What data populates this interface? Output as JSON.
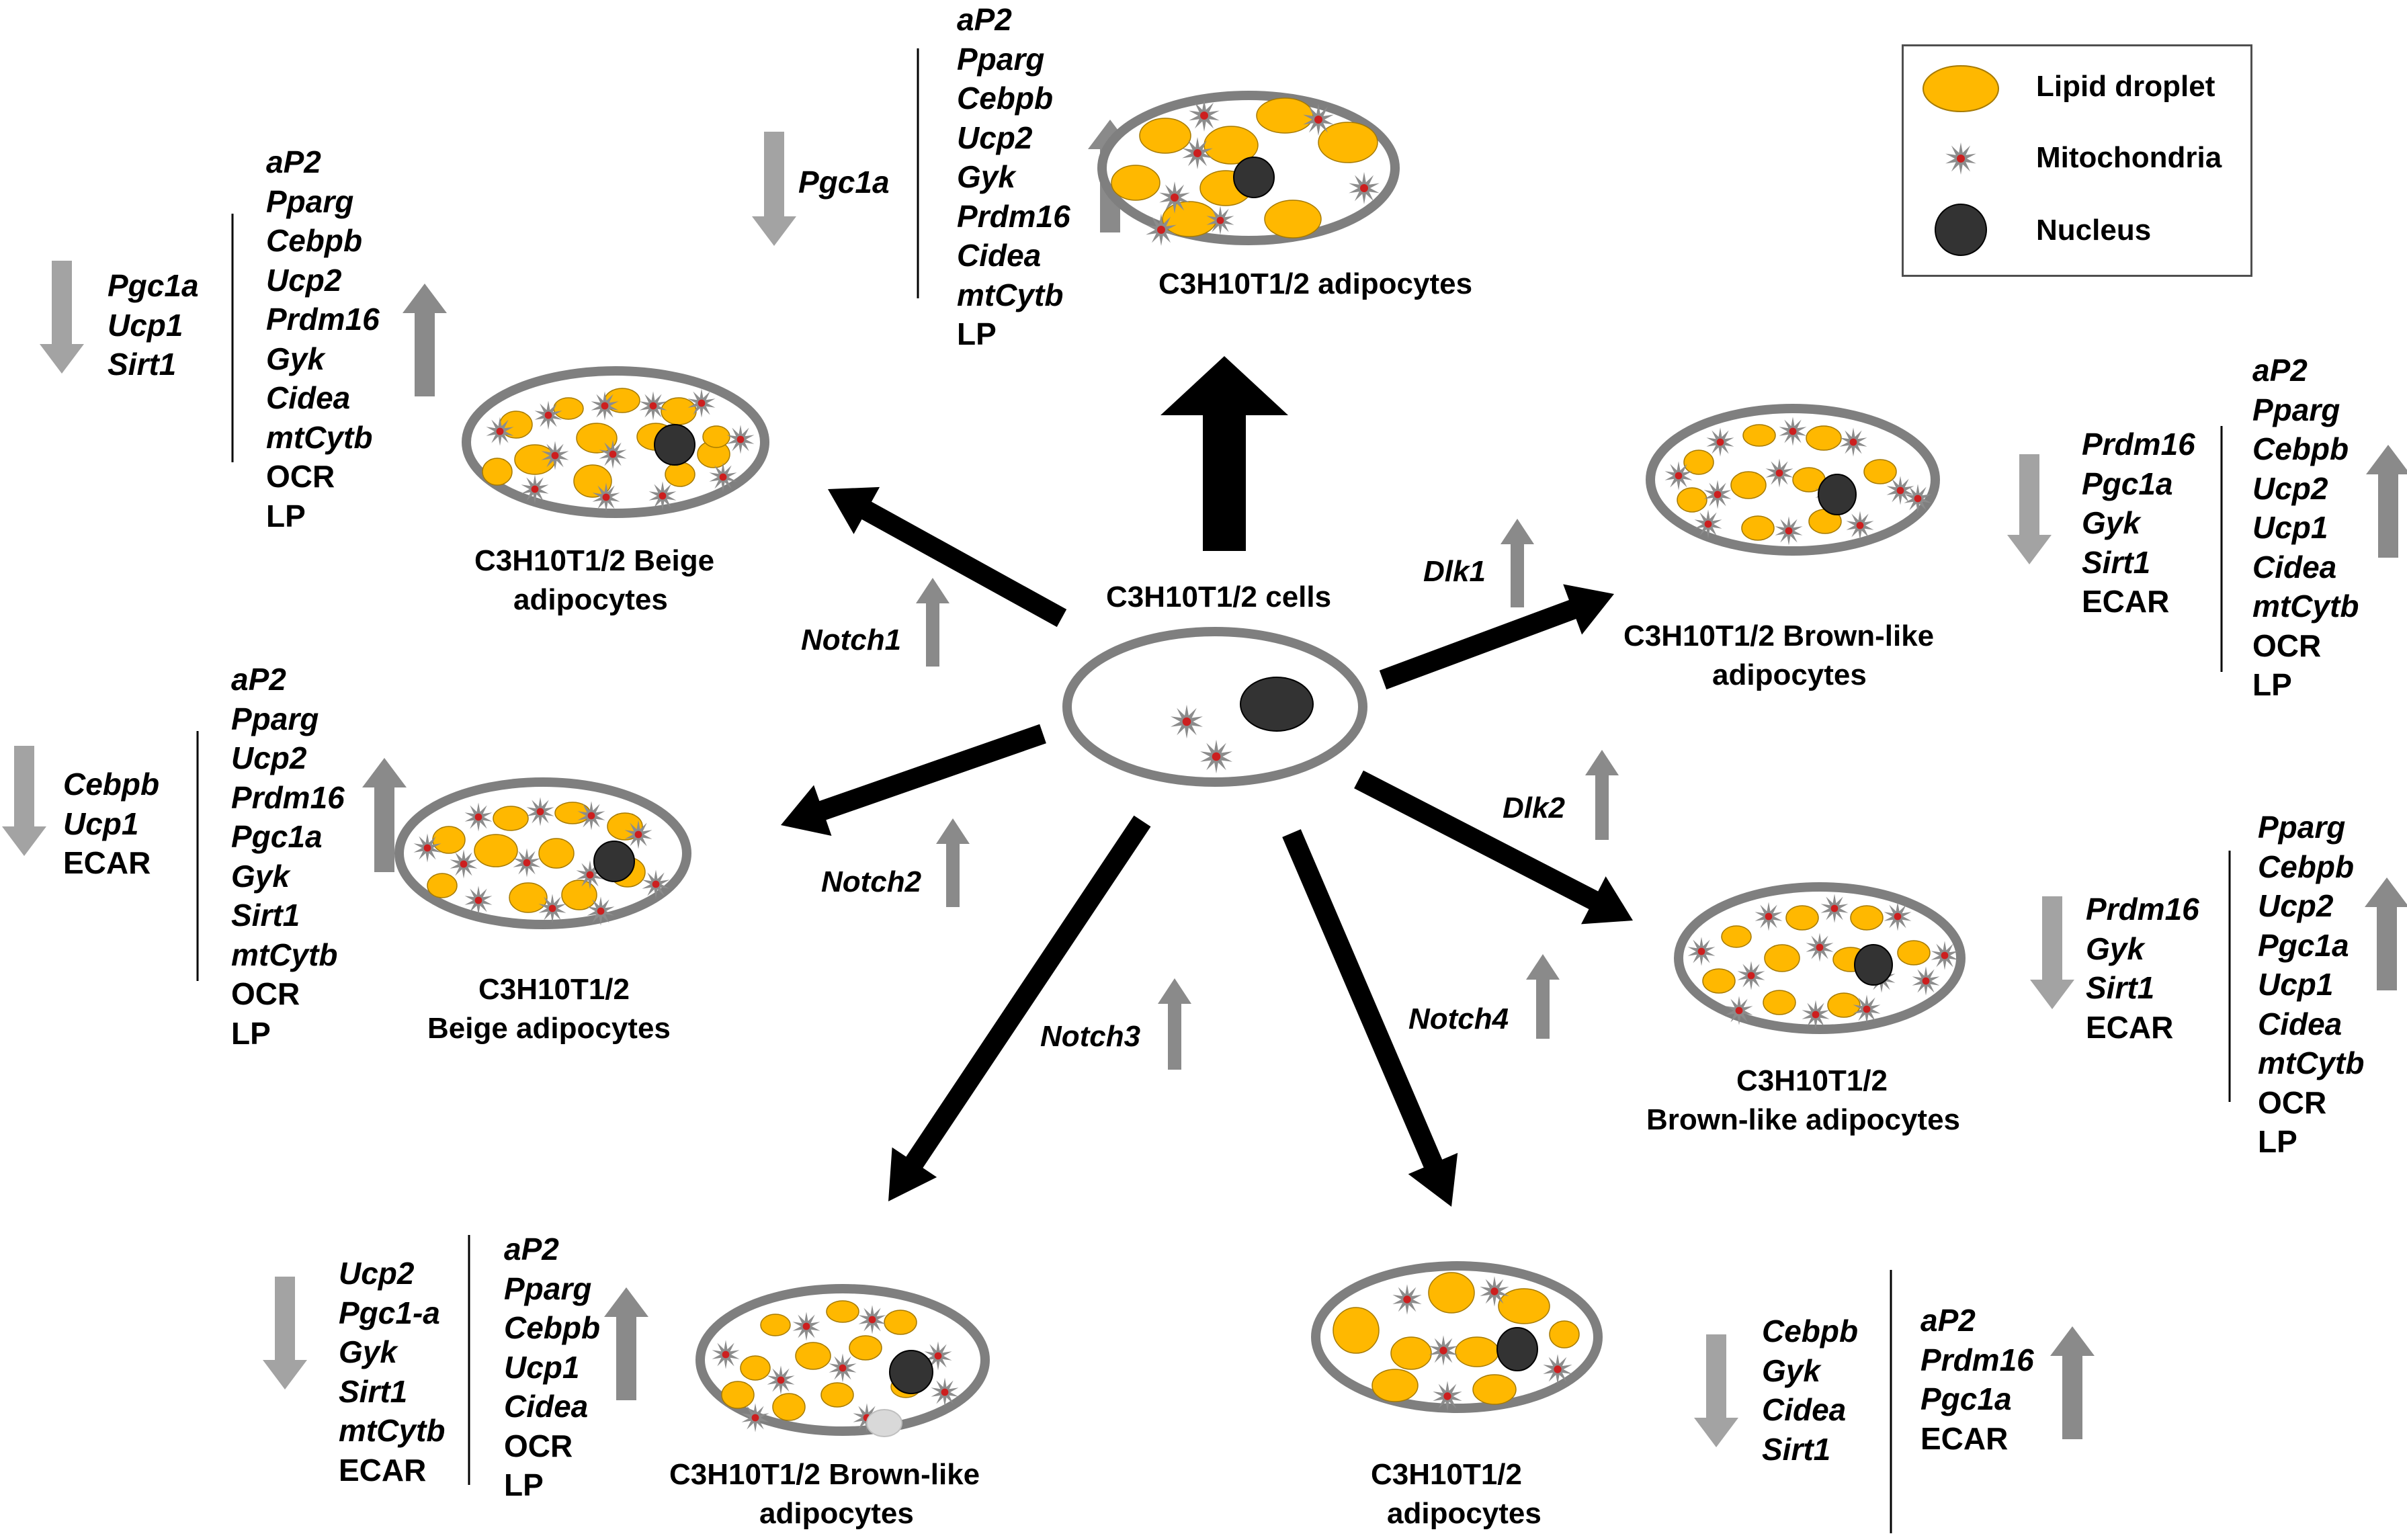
{
  "colors": {
    "lipid": "#ffb800",
    "lipid_stroke": "#a67a00",
    "membrane": "#7f7f7f",
    "nucleus": "#333333",
    "mito": "#8c8c8c",
    "mito_center": "#cc1f1f",
    "arrow_main": "#000000",
    "arrow_reg_up": "#8a8a8a",
    "arrow_reg_down": "#a3a3a3"
  },
  "legend": {
    "lipid": "Lipid droplet",
    "mito": "Mitochondria",
    "nucleus": "Nucleus"
  },
  "center": {
    "label": "C3H10T1/2 cells"
  },
  "regulators": {
    "notch1": "Notch1",
    "notch2": "Notch2",
    "notch3": "Notch3",
    "notch4": "Notch4",
    "dlk1": "Dlk1",
    "dlk2": "Dlk2"
  },
  "cells": {
    "top": {
      "title": "C3H10T1/2 adipocytes"
    },
    "ul": {
      "title_l1": "C3H10T1/2 Beige",
      "title_l2": "adipocytes"
    },
    "l": {
      "title_l1": "C3H10T1/2",
      "title_l2": "Beige adipocytes"
    },
    "ur": {
      "title_l1": "C3H10T1/2 Brown-like",
      "title_l2": "adipocytes"
    },
    "r": {
      "title_l1": "C3H10T1/2",
      "title_l2": "Brown-like adipocytes"
    },
    "bl": {
      "title_l1": "C3H10T1/2 Brown-like",
      "title_l2": "adipocytes"
    },
    "bc": {
      "title_l1": "C3H10T1/2",
      "title_l2": "adipocytes"
    }
  },
  "genes": {
    "top_down": [
      {
        "t": "Pgc1a",
        "i": true
      }
    ],
    "top_up": [
      {
        "t": "aP2",
        "i": true
      },
      {
        "t": "Pparg",
        "i": true
      },
      {
        "t": "Cebpb",
        "i": true
      },
      {
        "t": "Ucp2",
        "i": true
      },
      {
        "t": "Gyk",
        "i": true
      },
      {
        "t": "Prdm16",
        "i": true
      },
      {
        "t": "Cidea",
        "i": true
      },
      {
        "t": "mtCytb",
        "i": true
      },
      {
        "t": "LP",
        "i": false
      }
    ],
    "ul_down": [
      {
        "t": "Pgc1a",
        "i": true
      },
      {
        "t": "Ucp1",
        "i": true
      },
      {
        "t": "Sirt1",
        "i": true
      }
    ],
    "ul_up": [
      {
        "t": "aP2",
        "i": true
      },
      {
        "t": "Pparg",
        "i": true
      },
      {
        "t": "Cebpb",
        "i": true
      },
      {
        "t": "Ucp2",
        "i": true
      },
      {
        "t": "Prdm16",
        "i": true
      },
      {
        "t": "Gyk",
        "i": true
      },
      {
        "t": "Cidea",
        "i": true
      },
      {
        "t": "mtCytb",
        "i": true
      },
      {
        "t": "OCR",
        "i": false
      },
      {
        "t": "LP",
        "i": false
      }
    ],
    "l_down": [
      {
        "t": "Cebpb",
        "i": true
      },
      {
        "t": "Ucp1",
        "i": true
      },
      {
        "t": "ECAR",
        "i": false
      }
    ],
    "l_up": [
      {
        "t": "aP2",
        "i": true
      },
      {
        "t": "Pparg",
        "i": true
      },
      {
        "t": "Ucp2",
        "i": true
      },
      {
        "t": "Prdm16",
        "i": true
      },
      {
        "t": "Pgc1a",
        "i": true
      },
      {
        "t": "Gyk",
        "i": true
      },
      {
        "t": "Sirt1",
        "i": true
      },
      {
        "t": "mtCytb",
        "i": true
      },
      {
        "t": "OCR",
        "i": false
      },
      {
        "t": "LP",
        "i": false
      }
    ],
    "ur_down": [
      {
        "t": "Prdm16",
        "i": true
      },
      {
        "t": "Pgc1a",
        "i": true
      },
      {
        "t": "Gyk",
        "i": true
      },
      {
        "t": "Sirt1",
        "i": true
      },
      {
        "t": "ECAR",
        "i": false
      }
    ],
    "ur_up": [
      {
        "t": "aP2",
        "i": true
      },
      {
        "t": "Pparg",
        "i": true
      },
      {
        "t": "Cebpb",
        "i": true
      },
      {
        "t": "Ucp2",
        "i": true
      },
      {
        "t": "Ucp1",
        "i": true
      },
      {
        "t": "Cidea",
        "i": true
      },
      {
        "t": "mtCytb",
        "i": true
      },
      {
        "t": "OCR",
        "i": false
      },
      {
        "t": "LP",
        "i": false
      }
    ],
    "r_down": [
      {
        "t": "Prdm16",
        "i": true
      },
      {
        "t": "Gyk",
        "i": true
      },
      {
        "t": "Sirt1",
        "i": true
      },
      {
        "t": "ECAR",
        "i": false
      }
    ],
    "r_up": [
      {
        "t": "Pparg",
        "i": true
      },
      {
        "t": "Cebpb",
        "i": true
      },
      {
        "t": "Ucp2",
        "i": true
      },
      {
        "t": "Pgc1a",
        "i": true
      },
      {
        "t": "Ucp1",
        "i": true
      },
      {
        "t": "Cidea",
        "i": true
      },
      {
        "t": "mtCytb",
        "i": true
      },
      {
        "t": "OCR",
        "i": false
      },
      {
        "t": "LP",
        "i": false
      }
    ],
    "bl_down": [
      {
        "t": "Ucp2",
        "i": true
      },
      {
        "t": "Pgc1-a",
        "i": true
      },
      {
        "t": "Gyk",
        "i": true
      },
      {
        "t": "Sirt1",
        "i": true
      },
      {
        "t": "mtCytb",
        "i": true
      },
      {
        "t": "ECAR",
        "i": false
      }
    ],
    "bl_up": [
      {
        "t": "aP2",
        "i": true
      },
      {
        "t": "Pparg",
        "i": true
      },
      {
        "t": "Cebpb",
        "i": true
      },
      {
        "t": "Ucp1",
        "i": true
      },
      {
        "t": "Cidea",
        "i": true
      },
      {
        "t": "OCR",
        "i": false
      },
      {
        "t": "LP",
        "i": false
      }
    ],
    "bc_down": [
      {
        "t": "Cebpb",
        "i": true
      },
      {
        "t": "Gyk",
        "i": true
      },
      {
        "t": "Cidea",
        "i": true
      },
      {
        "t": "Sirt1",
        "i": true
      }
    ],
    "bc_up": [
      {
        "t": "aP2",
        "i": true
      },
      {
        "t": "Prdm16",
        "i": true
      },
      {
        "t": "Pgc1a",
        "i": true
      },
      {
        "t": "ECAR",
        "i": false
      }
    ]
  }
}
